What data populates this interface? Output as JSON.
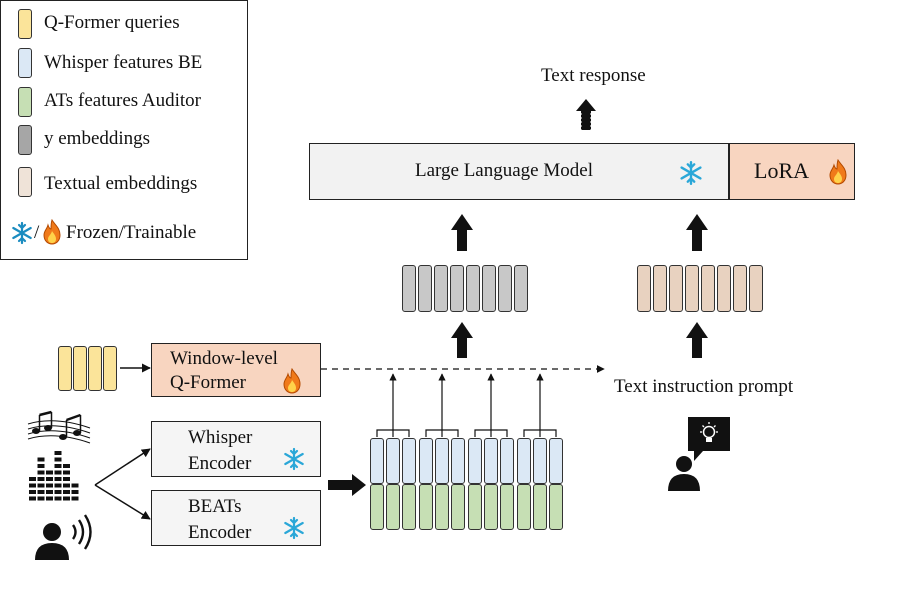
{
  "legend": {
    "items": [
      {
        "label": "Q-Former queries",
        "color": "#fbe49a"
      },
      {
        "label": "Whisper features  BE",
        "color": "#dbe8f5"
      },
      {
        "label": "ATs features  Auditor",
        "color": "#c6dfb4"
      },
      {
        "label": "y embeddings",
        "color": "#a6a6a6"
      },
      {
        "label": "Textual embeddings",
        "color": "#efe3d8"
      }
    ],
    "frozen_trainable_label": "Frozen/Trainable"
  },
  "llm": {
    "label": "Large Language Model"
  },
  "lora": {
    "label": "LoRA"
  },
  "qformer": {
    "line1": "Window-level",
    "line2": "Q-Former"
  },
  "whisper_encoder": {
    "line1": "Whisper",
    "line2": "Encoder"
  },
  "beats_encoder": {
    "line1": "BEATs",
    "line2": "Encoder"
  },
  "text_response": "Text response",
  "text_instruction": "Text instruction prompt",
  "colors": {
    "query": "#fbe49a",
    "whisper": "#dbe8f5",
    "beats": "#c6dfb4",
    "audio_emb": "#c8c8c8",
    "text_emb": "#e8d2c0",
    "trainable": "#f8d5c0",
    "llm": "#f2f2f2",
    "snowflake": "#2aa7d8",
    "flame": "#f07a1a"
  }
}
